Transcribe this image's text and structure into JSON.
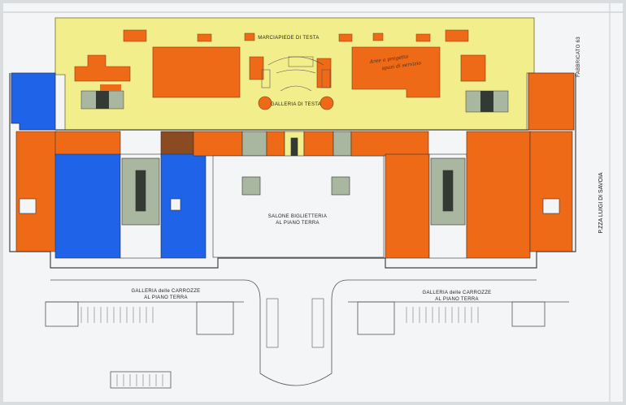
{
  "labels": {
    "marciapiede": "MARCIAPIEDE DI TESTA",
    "galleria_testa": "GALLERIA DI TESTA",
    "salone_line1": "SALONE BIGLIETTERIA",
    "salone_line2": "AL PIANO TERRA",
    "carrozze_left_line1": "GALLERIA delle CARROZZE",
    "carrozze_left_line2": "AL PIANO TERRA",
    "carrozze_right_line1": "GALLERIA delle CARROZZE",
    "carrozze_right_line2": "AL PIANO TERRA",
    "piazza": "P.ZZA LUIGI DI SAVOIA",
    "fabbricato": "FABBRICATO 63",
    "note_line1": "Aree a progetto",
    "note_line2": "spazi di servizio"
  },
  "colors": {
    "background": "#d9dde0",
    "paper": "#f4f5f6",
    "platform_yellow": "#f2ee8c",
    "orange": "#ee6a16",
    "blue": "#1f63e8",
    "brown": "#8a4a22",
    "stair_green": "#aab7a0",
    "stair_dark": "#333a33",
    "wall": "#444444"
  }
}
